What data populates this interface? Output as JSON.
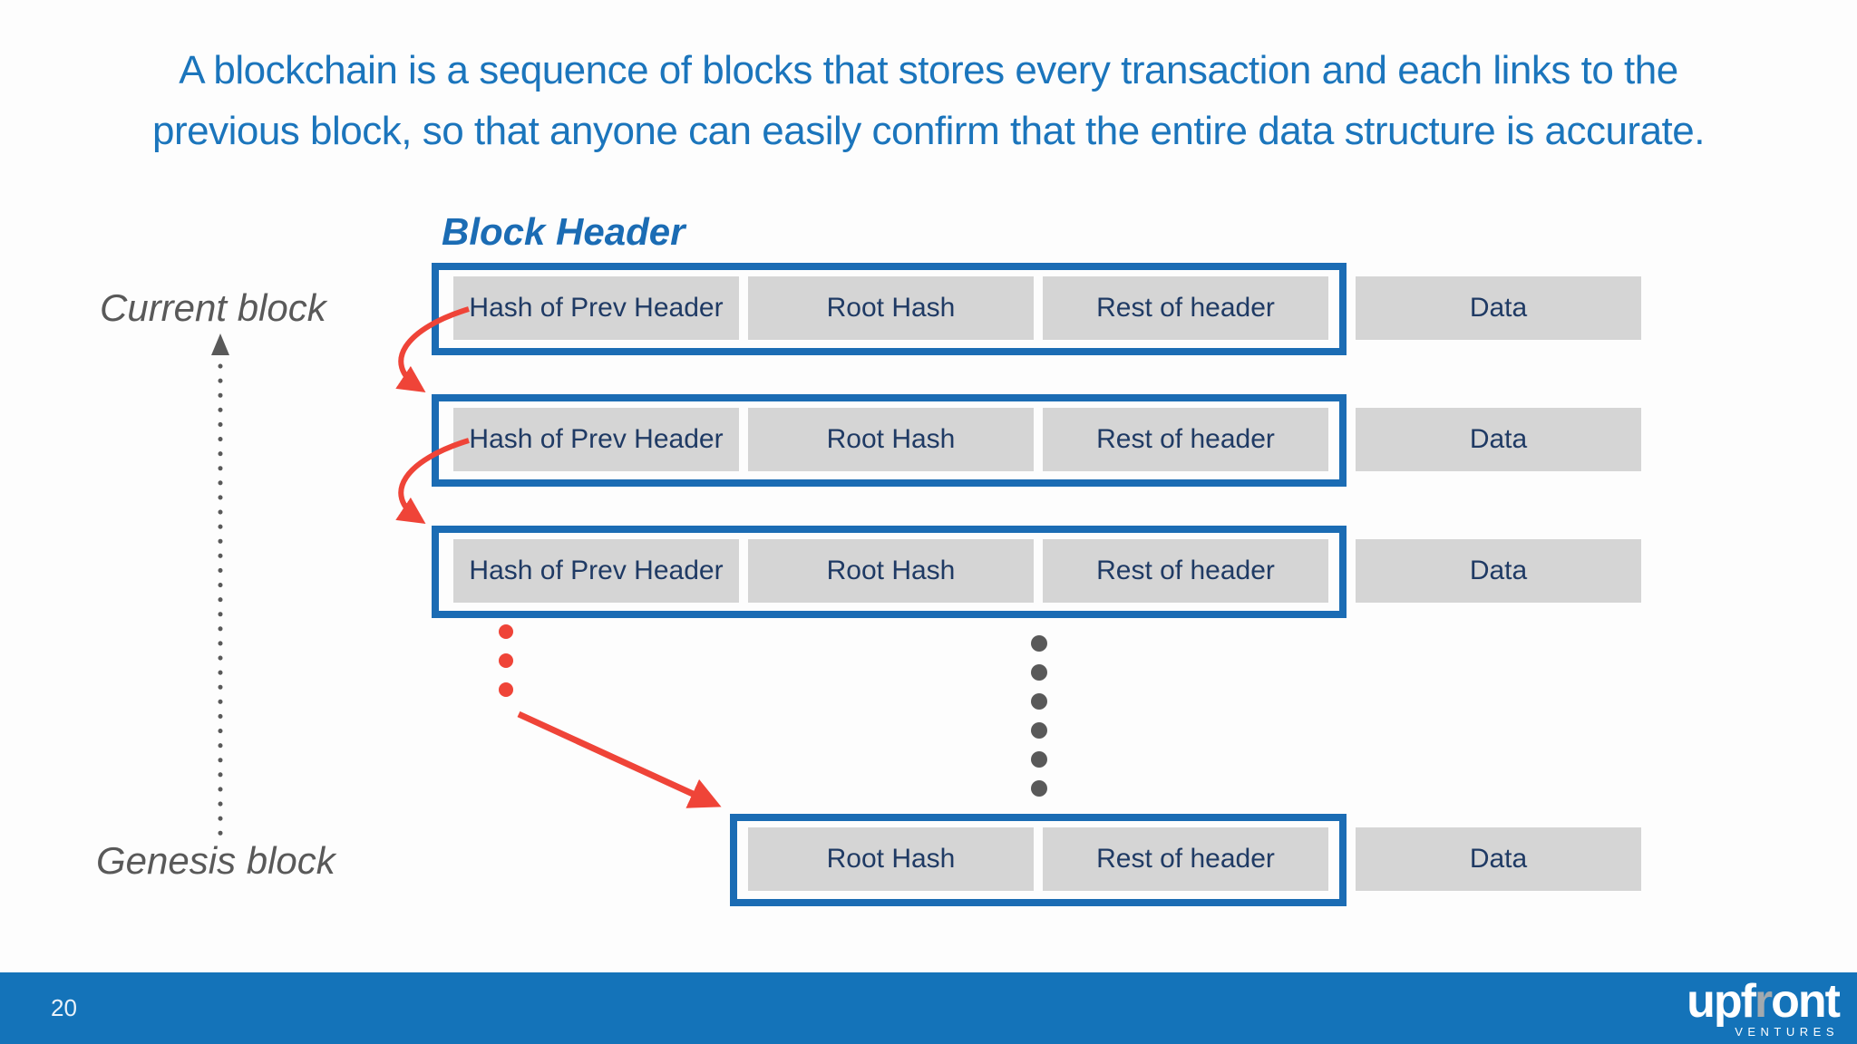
{
  "title": {
    "line1": "A blockchain is a sequence of blocks that stores every transaction and each links to the",
    "line2": "previous block, so that anyone can easily confirm that the entire data structure is accurate."
  },
  "diagram": {
    "block_header_label": "Block Header",
    "current_block_label": "Current block",
    "genesis_block_label": "Genesis block",
    "rows": [
      {
        "cell1": "Hash of Prev Header",
        "cell2": "Root Hash",
        "cell3": "Rest of header",
        "data": "Data"
      },
      {
        "cell1": "Hash of Prev Header",
        "cell2": "Root Hash",
        "cell3": "Rest of header",
        "data": "Data"
      },
      {
        "cell1": "Hash of Prev Header",
        "cell2": "Root Hash",
        "cell3": "Rest of header",
        "data": "Data"
      }
    ],
    "genesis_row": {
      "cell2": "Root Hash",
      "cell3": "Rest of header",
      "data": "Data"
    }
  },
  "footer": {
    "page_number": "20",
    "logo_part1": "upf",
    "logo_part2": "r",
    "logo_part3": "ont",
    "logo_subtext": "VENTURES"
  },
  "colors": {
    "title_blue": "#1b75bc",
    "border_blue": "#1b6cb4",
    "cell_gray": "#d5d5d5",
    "cell_text_navy": "#1f3a64",
    "accent_red": "#ef4438",
    "label_gray": "#595959",
    "footer_blue": "#1473b9"
  }
}
